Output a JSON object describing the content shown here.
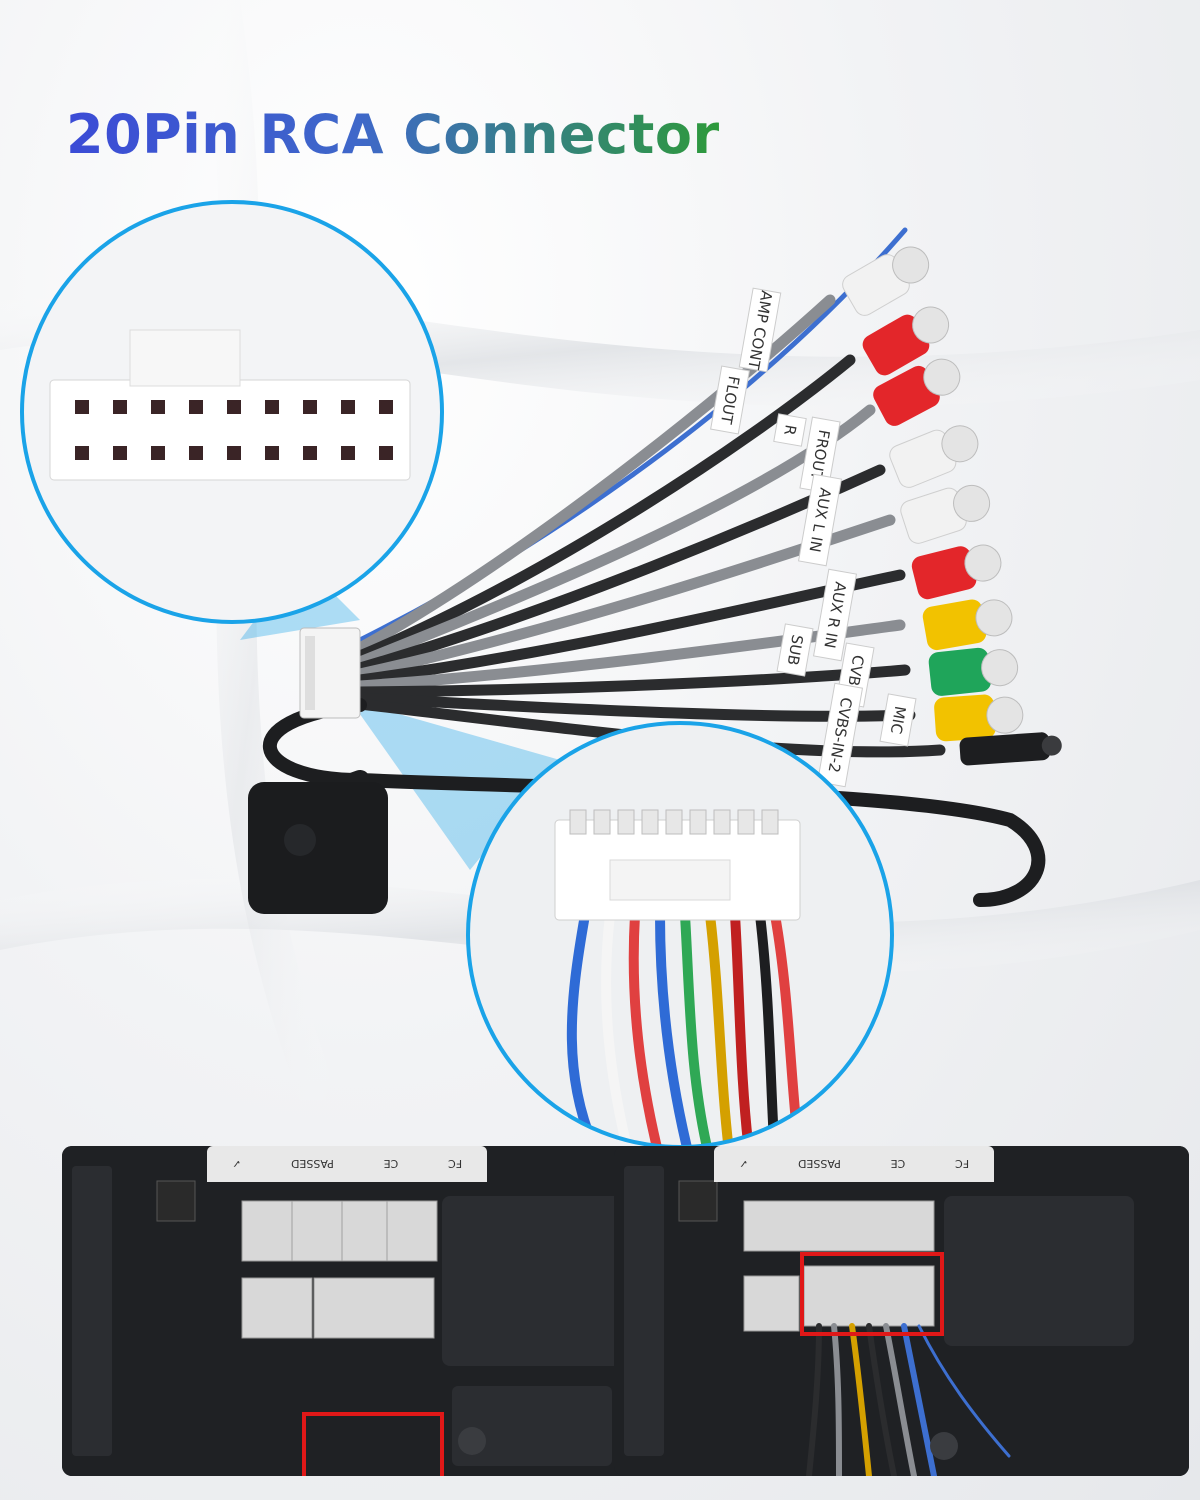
{
  "title": "20Pin RCA Connector",
  "cable_labels": [
    "AMP CONT",
    "FLOUT",
    "R",
    "FROUT",
    "AUX L IN",
    "AUX R IN",
    "SUB",
    "CVBS",
    "CVBS-IN-2",
    "MIC"
  ],
  "panel_left": {
    "cert_marks": [
      "FC",
      "CE",
      "PASSED",
      "✓"
    ]
  },
  "panel_right": {
    "cert_marks": [
      "FC",
      "CE",
      "PASSED",
      "✓"
    ]
  },
  "colors": {
    "title_start": "#3b4bd6",
    "title_end": "#2d9a3a",
    "circle_border": "#1aa3e8",
    "highlight": "#e01818",
    "rca_red": "#e3262a",
    "rca_white": "#f2f2f2",
    "rca_yellow": "#f2c200",
    "rca_green": "#1fa55a"
  }
}
